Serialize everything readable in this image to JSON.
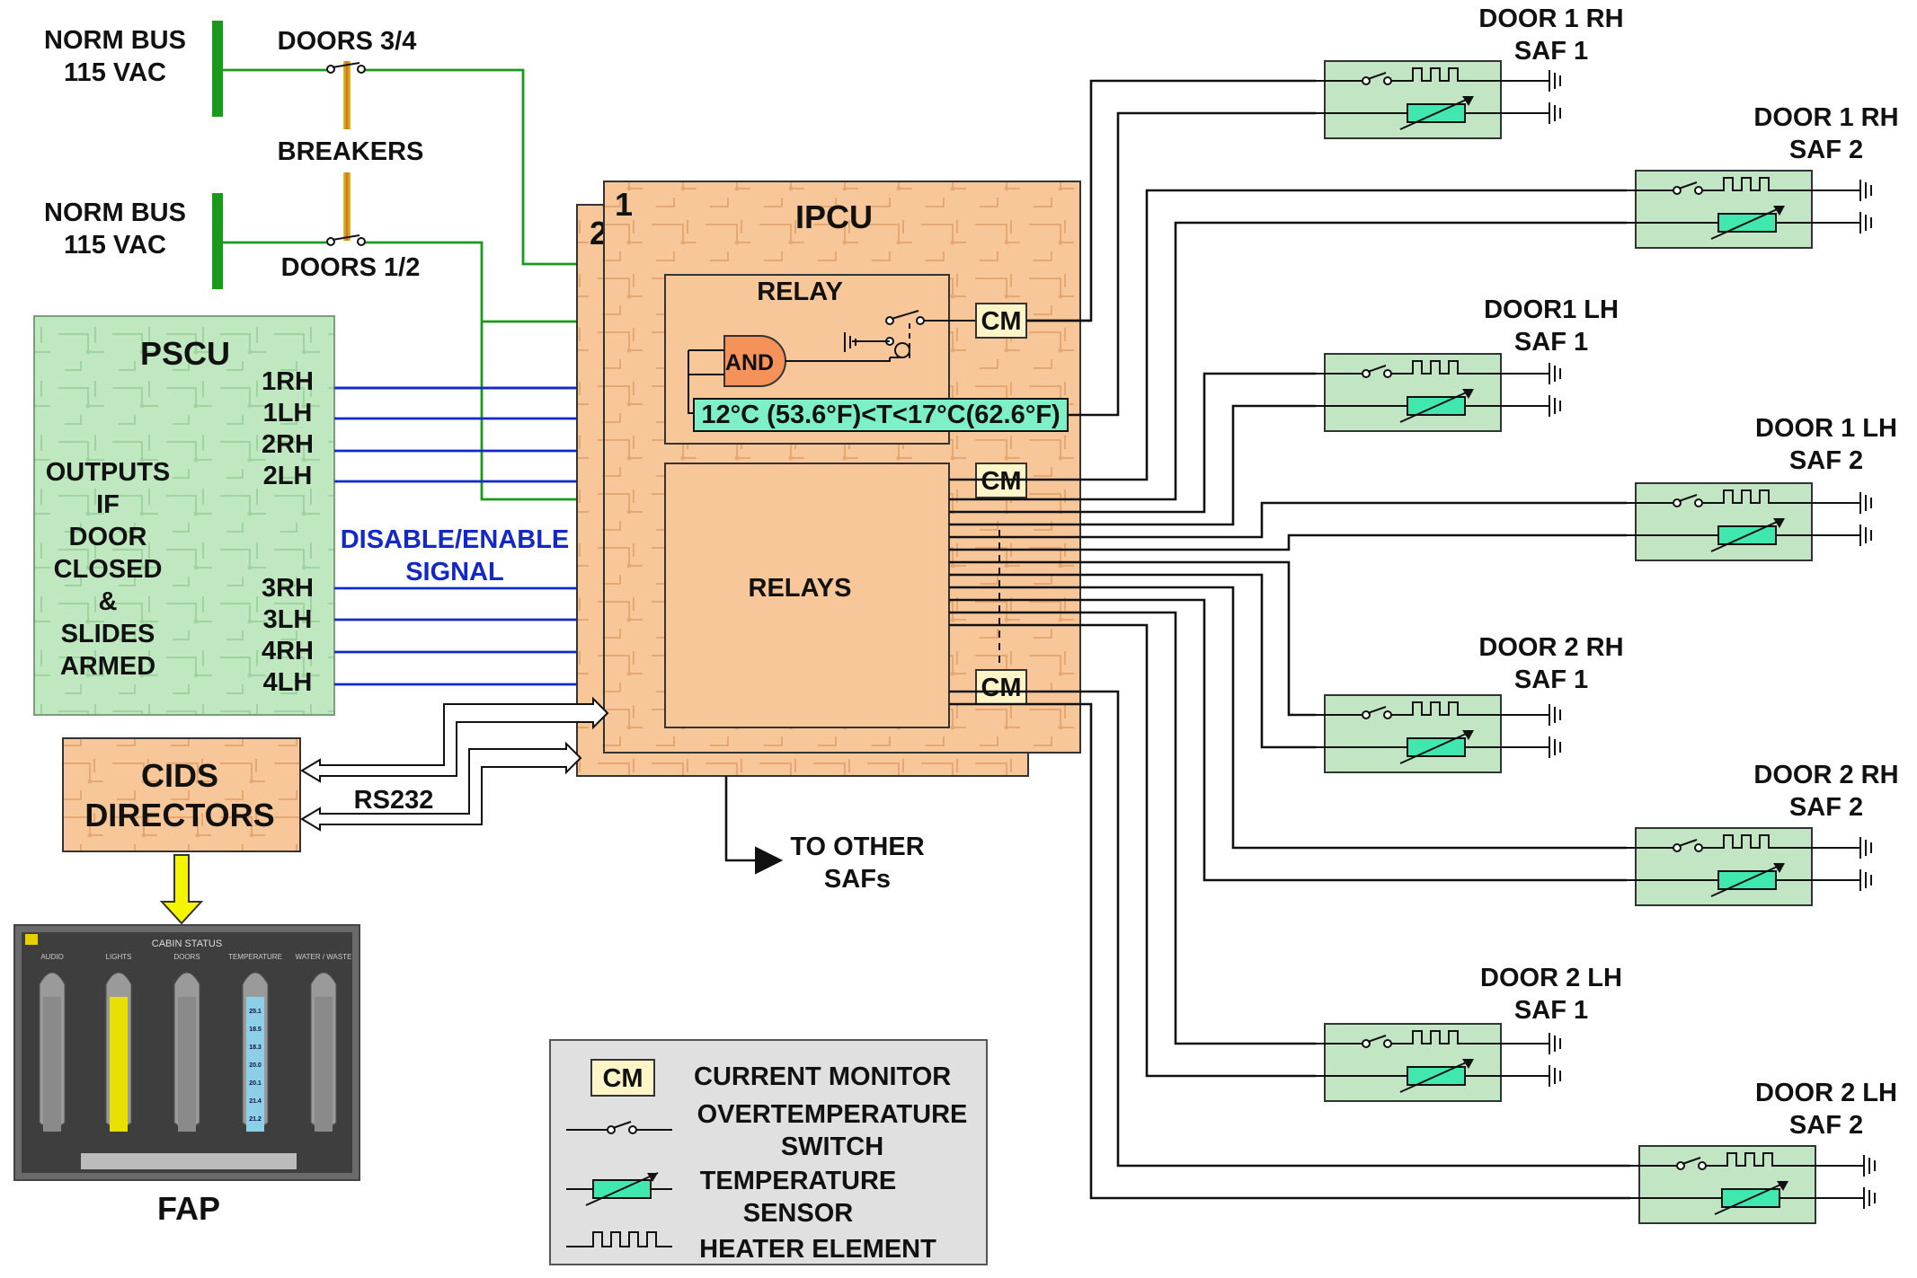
{
  "power": {
    "bus_top": "NORM BUS\n115 VAC",
    "bus_bottom": "NORM BUS\n115 VAC",
    "doors_34": "DOORS 3/4",
    "doors_12": "DOORS 1/2",
    "breakers": "BREAKERS"
  },
  "pscu": {
    "title": "PSCU",
    "outputs_text": "OUTPUTS\nIF\nDOOR\nCLOSED\n&\nSLIDES\nARMED",
    "ports_top": [
      "1RH",
      "1LH",
      "2RH",
      "2LH"
    ],
    "ports_bottom": [
      "3RH",
      "3LH",
      "4RH",
      "4LH"
    ]
  },
  "signal": {
    "label": "DISABLE/ENABLE\nSIGNAL"
  },
  "ipcu": {
    "title": "IPCU",
    "unit_1": "1",
    "unit_2": "2",
    "relay_label": "RELAY",
    "and_label": "AND",
    "temp_range": "12°C (53.6°F)<T<17°C(62.6°F)",
    "relays_label": "RELAYS",
    "cm_label": "CM"
  },
  "cids": {
    "title": "CIDS\nDIRECTORS",
    "link": "RS232"
  },
  "to_other": "TO OTHER\nSAFs",
  "fap": {
    "label": "FAP",
    "screen_title": "CABIN STATUS",
    "columns": [
      "AUDIO",
      "LIGHTS",
      "DOORS",
      "TEMPERATURE",
      "WATER / WASTE"
    ],
    "temps": [
      "25.1",
      "18.5",
      "18.3",
      "20.0",
      "20.1",
      "21.4",
      "21.2"
    ]
  },
  "safs": [
    {
      "label": "DOOR 1 RH\nSAF 1"
    },
    {
      "label": "DOOR 1 RH\nSAF 2"
    },
    {
      "label": "DOOR1 LH\nSAF 1"
    },
    {
      "label": "DOOR 1 LH\nSAF 2"
    },
    {
      "label": "DOOR 2 RH\nSAF 1"
    },
    {
      "label": "DOOR 2 RH\nSAF 2"
    },
    {
      "label": "DOOR 2 LH\nSAF 1"
    },
    {
      "label": "DOOR 2 LH\nSAF 2"
    }
  ],
  "legend": {
    "cm": "CM",
    "current_monitor": "CURRENT MONITOR",
    "overtemp_switch": "OVERTEMPERATURE\nSWITCH",
    "temp_sensor": "TEMPERATURE\nSENSOR",
    "heater_element": "HEATER ELEMENT"
  },
  "colors": {
    "ipcu_fill": "#f7c79a",
    "pscu_fill": "#bfe8c0",
    "saf_fill": "#c2e6c4",
    "cm_fill": "#fdf5c8",
    "sensor_fill": "#40e8b0",
    "temp_box_fill": "#7ef0c8",
    "and_fill": "#f5925a",
    "green_wire": "#1a9a1a",
    "blue_wire": "#1428c8",
    "yellow_arrow": "#f5f500"
  }
}
